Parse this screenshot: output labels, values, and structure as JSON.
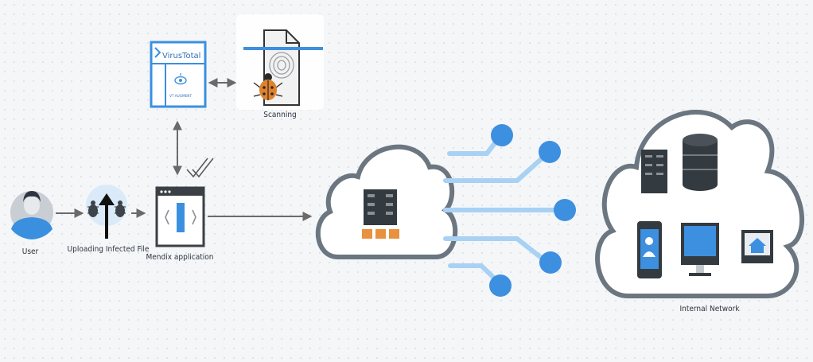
{
  "labels": {
    "user": "User",
    "upload": "Uploading Infected File",
    "mendix": "Mendix application",
    "scanning": "Scanning",
    "internal_network": "Internal Network"
  },
  "virustotal": {
    "brand": "VirusTotal",
    "augment": "VT AUGMENT"
  },
  "icons": {
    "user": "user-avatar-icon",
    "upload": "upload-bugs-icon",
    "mendix": "app-window-icon",
    "virustotal": "virustotal-logo-icon",
    "scanning": "document-fingerprint-bug-icon",
    "cloud": "cloud-server-icon",
    "network": "network-cloud-icon"
  },
  "colors": {
    "accent_blue": "#3d8fe0",
    "light_blue": "#a8d1f3",
    "cloud_outline": "#6b7680",
    "server": "#333a40",
    "arrow": "#6a6a6a",
    "block": "#e8913e"
  }
}
